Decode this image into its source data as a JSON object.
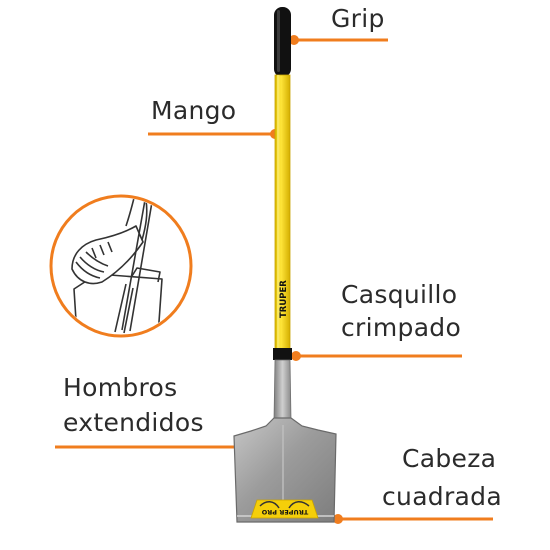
{
  "labels": {
    "grip": "Grip",
    "mango": "Mango",
    "casquillo": [
      "Casquillo",
      "crimpado"
    ],
    "hombros": [
      "Hombros",
      "extendidos"
    ],
    "cabeza": [
      "Cabeza",
      "cuadrada"
    ]
  },
  "handle_brand": "TRUPER",
  "blade_sticker": "TRUPER PRO",
  "colors": {
    "accent": "#f07d1e",
    "handle": "#f3d500",
    "grip": "#111111",
    "blade": "#a3a3a3",
    "sticker": "#f5cf0a"
  }
}
